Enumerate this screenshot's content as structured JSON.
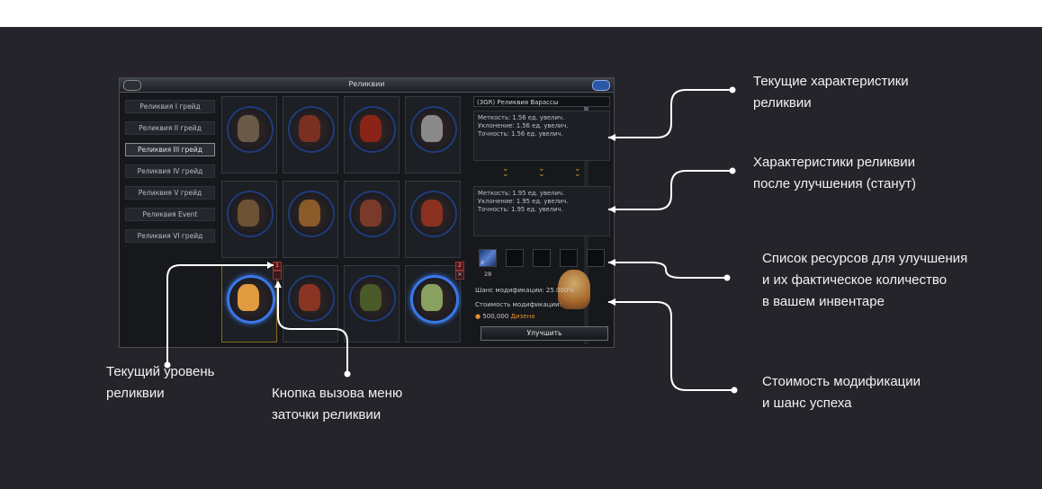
{
  "window": {
    "title": "Реликвии"
  },
  "grades": [
    {
      "label": "Реликвия I грейд",
      "selected": false
    },
    {
      "label": "Реликвия II грейд",
      "selected": false
    },
    {
      "label": "Реликвия III грейд",
      "selected": true
    },
    {
      "label": "Реликвия IV грейд",
      "selected": false
    },
    {
      "label": "Реликвия V грейд",
      "selected": false
    },
    {
      "label": "Реликвия Event",
      "selected": false
    },
    {
      "label": "Реликвия VI грейд",
      "selected": false
    }
  ],
  "grid": {
    "level_badge_1": "1",
    "level_badge_2": "2"
  },
  "panel": {
    "relic_name": "(3GR) Реликвия Варассы",
    "current_stats": [
      "Меткость: 1.56 ед. увелич.",
      "Уклонение: 1.56 ед. увелич.",
      "Точность: 1.56 ед. увелич."
    ],
    "next_stats": [
      "Меткость: 1.95 ед. увелич.",
      "Уклонение: 1.95 ед. увелич.",
      "Точность: 1.95 ед. увелич."
    ],
    "resource_badge": "4",
    "resource_count": "28",
    "chance_label": "Шанс модификации:",
    "chance_value": "25.000%",
    "cost_label": "Стоимость модификации:",
    "cost_amount": "500,000",
    "cost_currency": "Дизена",
    "upgrade_label": "Улучшить"
  },
  "annotations": {
    "current_stats": [
      "Текущие характеристики",
      "реликвии"
    ],
    "next_stats": [
      "Характеристики реликвии",
      "после улучшения (станут)"
    ],
    "resources": [
      "Список ресурсов для улучшения",
      "и их фактическое количество",
      "в вашем инвентаре"
    ],
    "cost": [
      "Стоимость модификации",
      "и шанс успеха"
    ],
    "level": [
      "Текущий уровень",
      "реликвии"
    ],
    "enchant_button": [
      "Кнопка вызова меню",
      "заточки реликвии"
    ]
  },
  "colors": {
    "background": "#25242b",
    "annotation_line": "#ffffff",
    "active_ring": "#3a78e8",
    "currency": "#e0902a"
  }
}
